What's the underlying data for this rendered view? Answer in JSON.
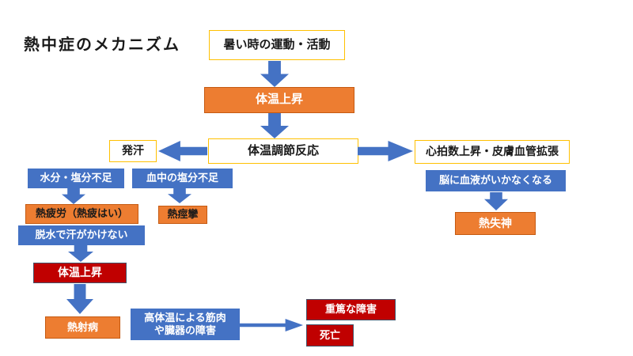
{
  "diagram": {
    "title": "熱中症のメカニズム",
    "colors": {
      "blue": "#4472C4",
      "orange": "#ED7D31",
      "orange_border": "#C55A11",
      "red": "#C00000",
      "red_border": "#44546A",
      "yellow_border": "#FFC000",
      "arrow": "#4472C4",
      "background": "#FFFFFF"
    },
    "nodes": {
      "activity": {
        "label": "暑い時の運動・活動"
      },
      "temp_rise_1": {
        "label": "体温上昇"
      },
      "regulation": {
        "label": "体温調節反応"
      },
      "sweating": {
        "label": "発汗"
      },
      "heart_rate": {
        "label": "心拍数上昇・皮膚血管拡張"
      },
      "water_salt_deficit": {
        "label": "水分・塩分不足"
      },
      "blood_salt_deficit": {
        "label": "血中の塩分不足"
      },
      "heat_fatigue": {
        "label": "熱疲労（熱疲はい）"
      },
      "heat_cramp": {
        "label": "熱痙攣"
      },
      "dehydration_no_sweat": {
        "label": "脱水で汗がかけない"
      },
      "temp_rise_2": {
        "label": "体温上昇"
      },
      "heat_stroke": {
        "label": "熱射病"
      },
      "organ_damage": {
        "label_line1": "高体温による筋肉",
        "label_line2": "や臓器の障害"
      },
      "severe_damage": {
        "label": "重篤な障害"
      },
      "death": {
        "label": "死亡"
      },
      "brain_blood": {
        "label": "脳に血液がいかなくなる"
      },
      "heat_syncope": {
        "label": "熱失神"
      }
    }
  }
}
